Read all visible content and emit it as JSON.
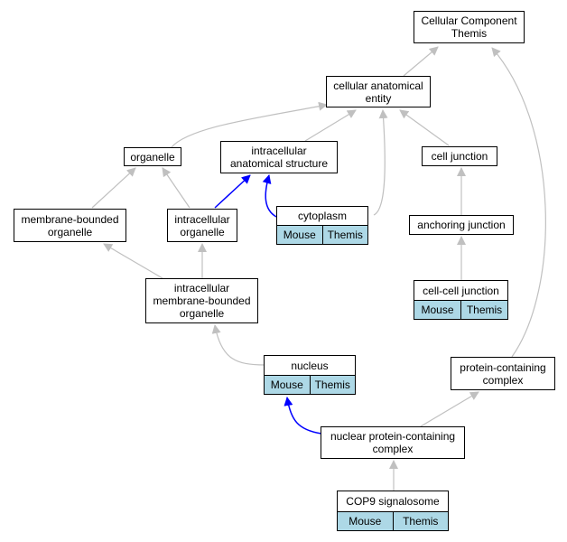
{
  "nodes": {
    "cellular_component": [
      "Cellular Component",
      "Themis"
    ],
    "cellular_anatomical_entity": [
      "cellular anatomical",
      "entity"
    ],
    "organelle": [
      "organelle"
    ],
    "intracellular_anatomical_structure": [
      "intracellular",
      "anatomical structure"
    ],
    "cell_junction": [
      "cell junction"
    ],
    "membrane_bounded_organelle": [
      "membrane-bounded",
      "organelle"
    ],
    "intracellular_organelle": [
      "intracellular",
      "organelle"
    ],
    "cytoplasm": [
      "cytoplasm"
    ],
    "anchoring_junction": [
      "anchoring junction"
    ],
    "intracellular_membrane_bounded_organelle": [
      "intracellular",
      "membrane-bounded",
      "organelle"
    ],
    "cell_cell_junction": [
      "cell-cell junction"
    ],
    "nucleus": [
      "nucleus"
    ],
    "protein_containing_complex": [
      "protein-containing",
      "complex"
    ],
    "nuclear_protein_containing_complex": [
      "nuclear protein-containing",
      "complex"
    ],
    "cop9_signalosome": [
      "COP9 signalosome"
    ]
  },
  "tags": {
    "cytoplasm": [
      "Mouse",
      "Themis"
    ],
    "cell_cell_junction": [
      "Mouse",
      "Themis"
    ],
    "nucleus": [
      "Mouse",
      "Themis"
    ],
    "cop9_signalosome": [
      "Mouse",
      "Themis"
    ]
  },
  "edge_colors": {
    "default": "#c0c0c0",
    "highlight": "#0000ff"
  }
}
